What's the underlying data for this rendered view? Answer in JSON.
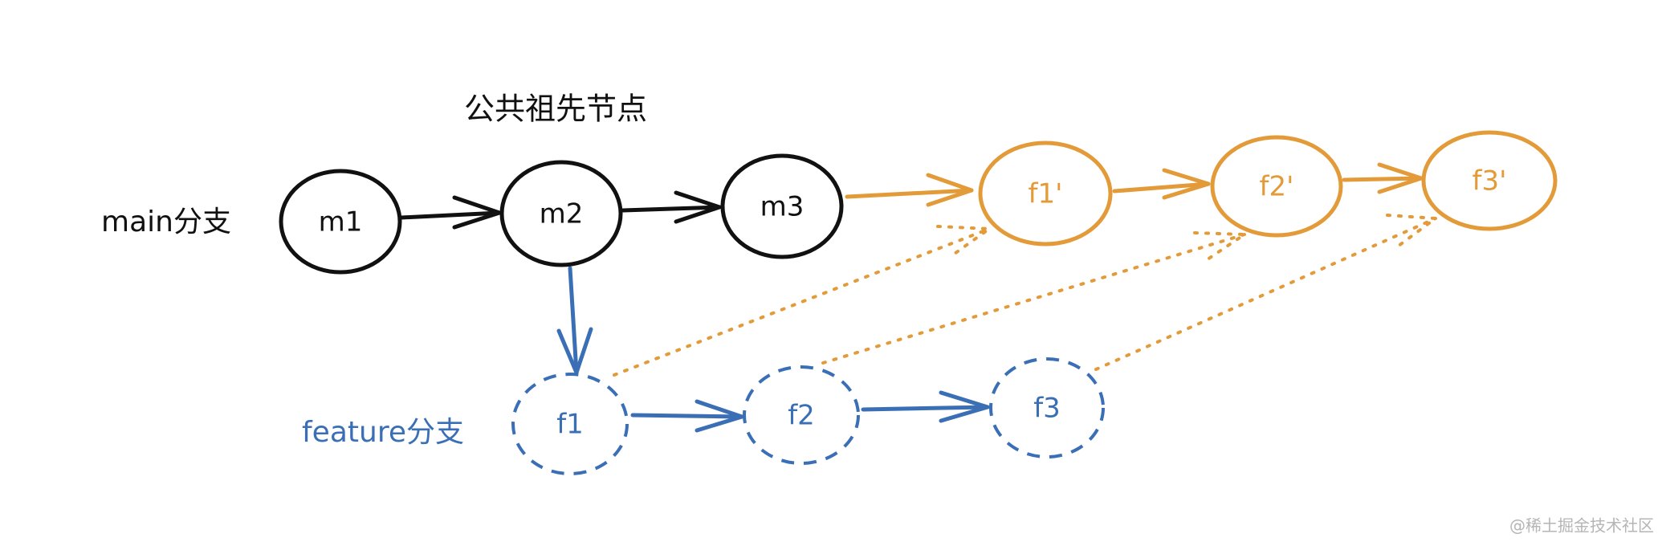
{
  "colors": {
    "main": "#111111",
    "feature": "#3a6fb6",
    "rebased": "#e39b3a",
    "watermark": "#b5b5b5"
  },
  "annotation": {
    "common_ancestor": "公共祖先节点"
  },
  "branches": {
    "main_label": "main分支",
    "feature_label": "feature分支"
  },
  "nodes": {
    "m1": "m1",
    "m2": "m2",
    "m3": "m3",
    "f1": "f1",
    "f2": "f2",
    "f3": "f3",
    "f1r": "f1'",
    "f2r": "f2'",
    "f3r": "f3'"
  },
  "watermark": "@稀土掘金技术社区"
}
